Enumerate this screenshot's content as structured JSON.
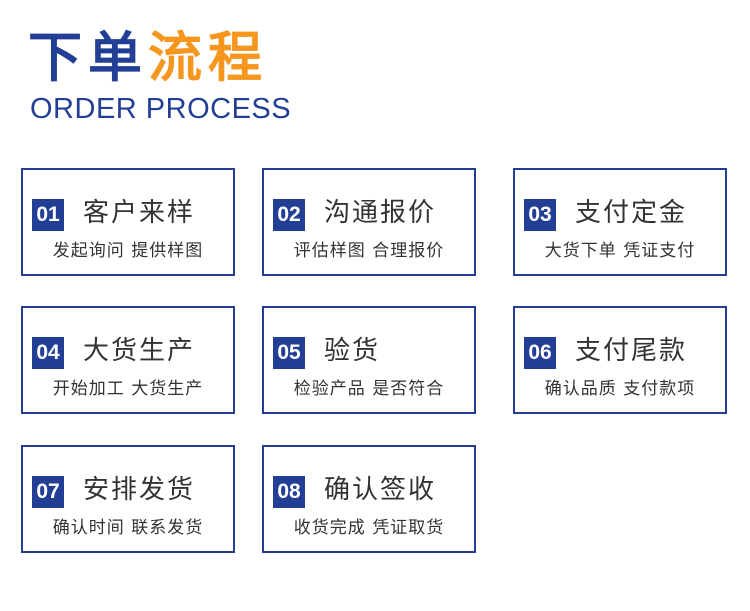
{
  "header": {
    "title_part1": "下单",
    "title_part2": "流程",
    "subtitle": "ORDER PROCESS"
  },
  "colors": {
    "primary": "#233f95",
    "accent": "#f5961e"
  },
  "steps": [
    {
      "number": "01",
      "title": "客户来样",
      "desc": "发起询问 提供样图"
    },
    {
      "number": "02",
      "title": "沟通报价",
      "desc": "评估样图 合理报价"
    },
    {
      "number": "03",
      "title": "支付定金",
      "desc": "大货下单 凭证支付"
    },
    {
      "number": "04",
      "title": "大货生产",
      "desc": "开始加工 大货生产"
    },
    {
      "number": "05",
      "title": "验货",
      "desc": "检验产品 是否符合"
    },
    {
      "number": "06",
      "title": "支付尾款",
      "desc": "确认品质 支付款项"
    },
    {
      "number": "07",
      "title": "安排发货",
      "desc": "确认时间 联系发货"
    },
    {
      "number": "08",
      "title": "确认签收",
      "desc": "收货完成 凭证取货"
    }
  ]
}
